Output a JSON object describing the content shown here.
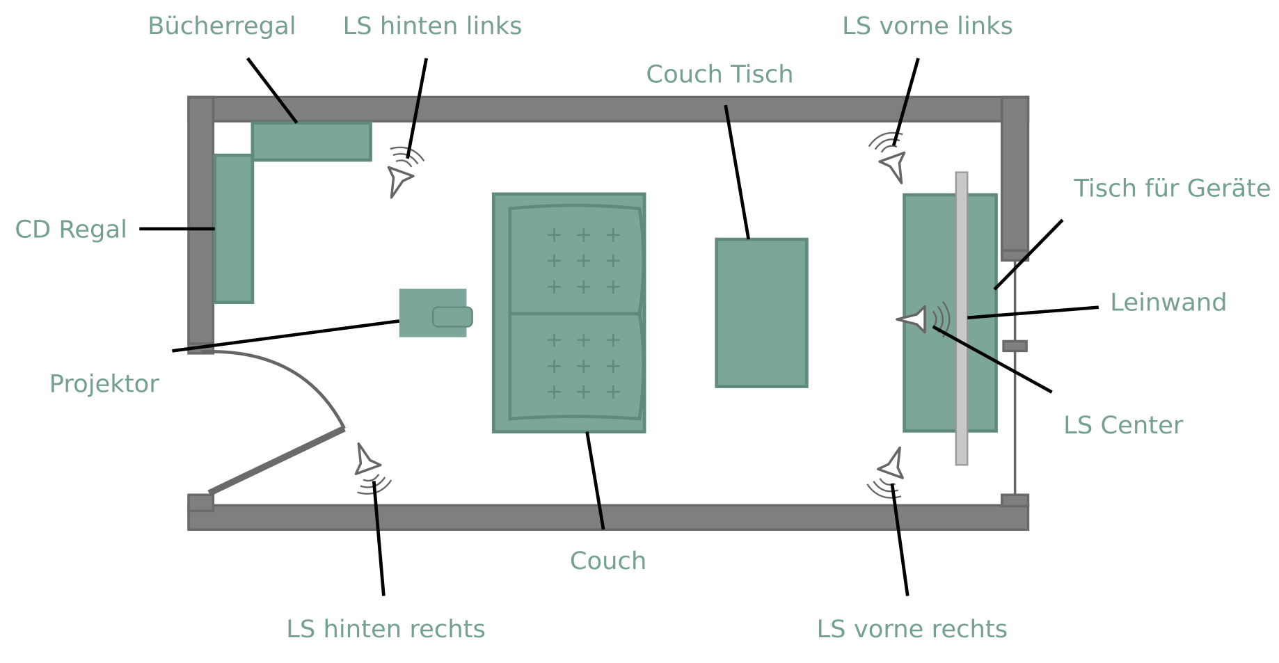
{
  "labels": {
    "buecherregal": "Bücherregal",
    "ls_hinten_links": "LS hinten links",
    "ls_vorne_links": "LS vorne links",
    "couch_tisch": "Couch Tisch",
    "tisch_geraete": "Tisch für Geräte",
    "cd_regal": "CD Regal",
    "leinwand": "Leinwand",
    "projektor": "Projektor",
    "ls_center": "LS Center",
    "couch": "Couch",
    "ls_hinten_rechts": "LS hinten rechts",
    "ls_vorne_rechts": "LS vorne rechts"
  },
  "colors": {
    "label": "#75a091",
    "furniture": "#7ba699",
    "wall": "#7f7f7f",
    "leader": "#000000"
  }
}
